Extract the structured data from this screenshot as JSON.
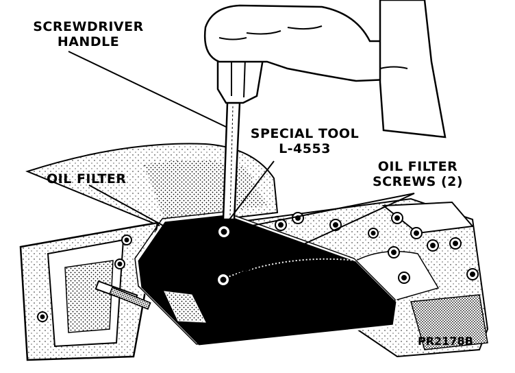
{
  "labels": {
    "screwdriver_handle": [
      "SCREWDRIVER",
      "HANDLE"
    ],
    "special_tool": [
      "SPECIAL TOOL",
      "L-4553"
    ],
    "oil_filter": "OIL FILTER",
    "oil_filter_screws": [
      "OIL FILTER",
      "SCREWS (2)"
    ]
  },
  "figure_code": "PR2178B"
}
